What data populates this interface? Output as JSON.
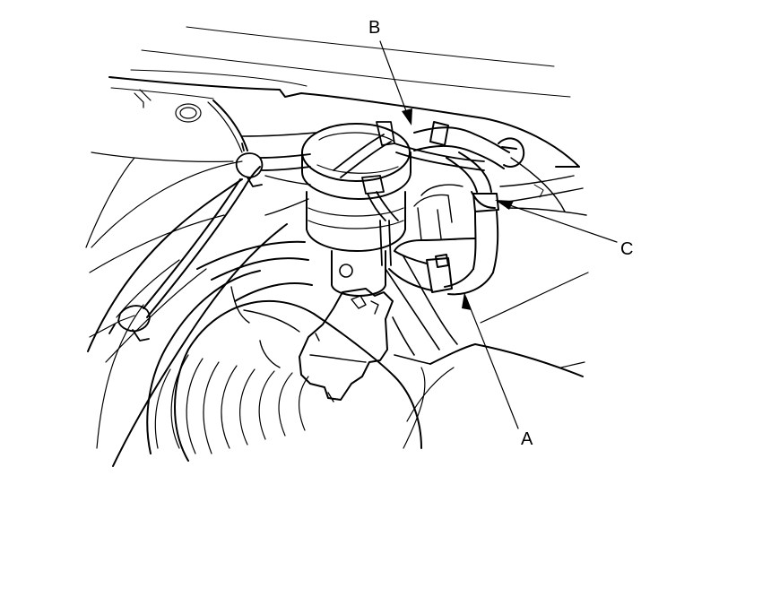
{
  "callouts": [
    {
      "id": "A",
      "label": "A"
    },
    {
      "id": "B",
      "label": "B"
    },
    {
      "id": "C",
      "label": "C"
    }
  ],
  "colors": {
    "background": "#ffffff",
    "line": "#000000"
  }
}
